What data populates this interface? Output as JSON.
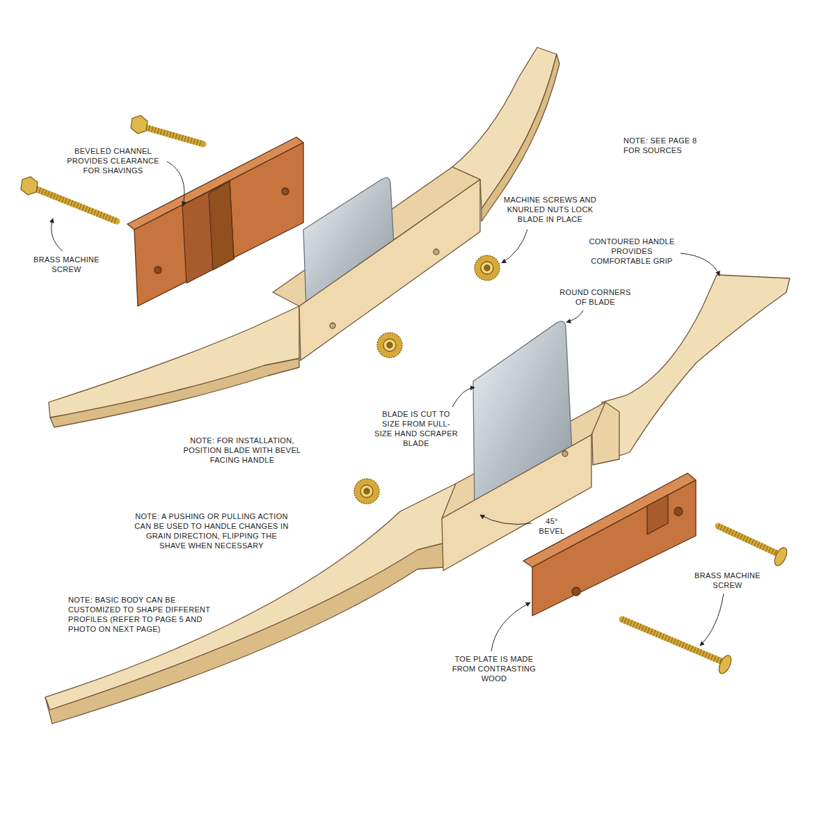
{
  "diagram": {
    "labels": [
      "NOTE: SEE PAGE 8 FOR SOURCES",
      "BEVELED CHANNEL PROVIDES CLEARANCE FOR SHAVINGS",
      "MACHINE SCREWS AND KNURLED NUTS LOCK BLADE IN PLACE",
      "CONTOURED HANDLE PROVIDES COMFORTABLE GRIP",
      "BRASS MACHINE SCREW",
      "ROUND CORNERS OF BLADE",
      "BLADE IS CUT TO SIZE FROM FULL-SIZE HAND SCRAPER BLADE",
      "NOTE: FOR INSTALLATION, POSITION BLADE WITH BEVEL FACING HANDLE",
      "NOTE: A PUSHING OR PULLING ACTION CAN BE USED TO HANDLE CHANGES IN GRAIN DIRECTION, FLIPPING THE SHAVE WHEN NECESSARY",
      "45° BEVEL",
      "BRASS MACHINE SCREW",
      "NOTE: BASIC BODY CAN BE CUSTOMIZED TO SHAPE DIFFERENT PROFILES (REFER TO PAGE 5 AND PHOTO ON NEXT PAGE)",
      "TOE PLATE IS MADE FROM CONTRASTING WOOD"
    ]
  }
}
